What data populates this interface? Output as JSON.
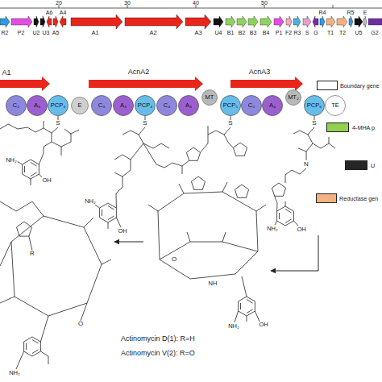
{
  "diagram": {
    "nodes": [
      {
        "text": [
          "C₂"
        ]
      },
      {
        "text": [
          "A₃"
        ]
      },
      {
        "text": [
          "PCP₃"
        ]
      },
      {
        "text": [
          "E"
        ]
      },
      {
        "text": [
          "C₃"
        ]
      },
      {
        "text": [
          "A₄"
        ]
      },
      {
        "text": [
          "PCP₄"
        ]
      },
      {
        "text": [
          "C₄"
        ]
      },
      {
        "text": [
          "A₄"
        ]
      },
      {
        "text": [
          "MT"
        ]
      },
      {
        "text": [
          "PCP₅"
        ]
      },
      {
        "text": [
          "C₅"
        ]
      },
      {
        "text": [
          "A₄"
        ]
      },
      {
        "text": [
          "MT₂"
        ]
      },
      {
        "text": [
          "PCP₆"
        ]
      },
      {
        "text": [
          "TE"
        ]
      }
    ],
    "labels": [
      "20",
      "30",
      "40",
      "50",
      "A6",
      "A4",
      "R4",
      "R5",
      "E",
      "R2",
      "P2",
      "U2",
      "U3",
      "A5",
      "A1",
      "A2",
      "A3",
      "U4",
      "B1",
      "B2",
      "B3",
      "B4",
      "P1",
      "F2",
      "R3",
      "S",
      "G",
      "T1",
      "T2",
      "U5",
      "G2",
      "A1",
      "AcnA2",
      "AcnA3",
      "S",
      "NH₂",
      "OH",
      "S",
      "S",
      "NH₂",
      "OH",
      "S",
      "N",
      "NH₂",
      "OH",
      "O",
      "NH",
      "NH₂",
      "OH",
      "R",
      "O",
      "NH₂",
      "Actinomycin D(1): R=H",
      "Actinomycin V(2): R=O"
    ],
    "legend": [
      {
        "text": "Boundary gene",
        "color": "#ffffff"
      },
      {
        "text": "4-MHA p",
        "color": "#92d050"
      },
      {
        "text": "U",
        "color": "#262626"
      },
      {
        "text": "Reductase gen",
        "color": "#f4b183"
      }
    ]
  }
}
